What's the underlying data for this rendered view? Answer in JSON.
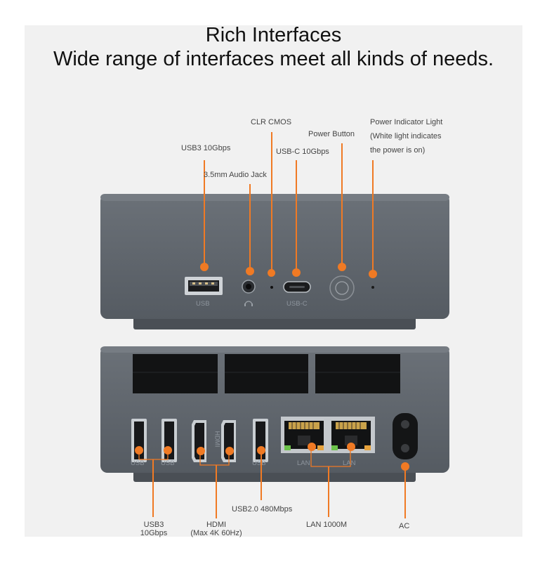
{
  "heading": {
    "title": "Rich Interfaces",
    "subtitle": "Wide range of interfaces meet all kinds of needs."
  },
  "front_callouts": {
    "usb3": "USB3 10Gbps",
    "audio": "3.5mm Audio Jack",
    "clr_cmos": "CLR CMOS",
    "usb_c": "USB-C 10Gbps",
    "power_button": "Power Button",
    "power_light_1": "Power Indicator Light",
    "power_light_2": "(White light indicates",
    "power_light_3": "the power is on)"
  },
  "front_port_labels": {
    "usb": "USB",
    "usb_c": "USB-C"
  },
  "rear_callouts": {
    "usb3_line1": "USB3",
    "usb3_line2": "10Gbps",
    "hdmi_line1": "HDMI",
    "hdmi_line2": "(Max 4K 60Hz)",
    "usb2": "USB2.0 480Mbps",
    "lan": "LAN 1000M",
    "ac": "AC"
  },
  "rear_port_labels": {
    "usb": "USB",
    "hdmi": "HDMI",
    "lan": "LAN"
  },
  "colors": {
    "accent": "#f07a24",
    "chassis": "#5a6068",
    "background": "#f1f1f1"
  }
}
